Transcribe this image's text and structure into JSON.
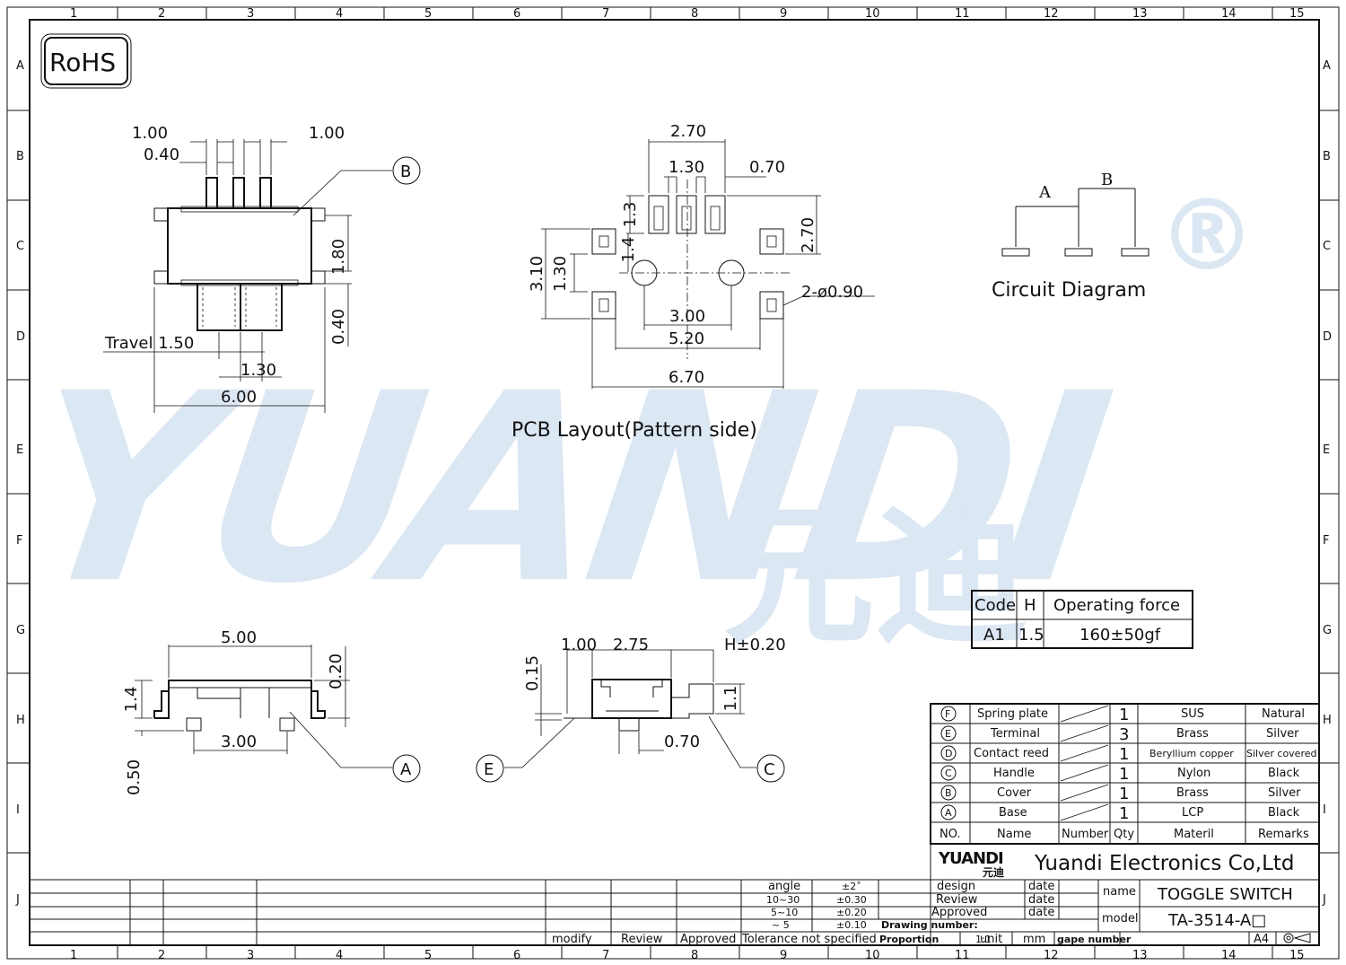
{
  "border": {
    "cols": [
      "1",
      "2",
      "3",
      "4",
      "5",
      "6",
      "7",
      "8",
      "9",
      "10",
      "11",
      "12",
      "13",
      "14",
      "15"
    ],
    "rows": [
      "A",
      "B",
      "C",
      "D",
      "E",
      "F",
      "G",
      "H",
      "I",
      "J"
    ]
  },
  "rohs": "RoHS",
  "watermark": {
    "latin": "YUANDI",
    "cn": "元迪",
    "reg": "®"
  },
  "top_view": {
    "d1": "1.00",
    "d2": "0.40",
    "d3": "1.00",
    "d4": "1.80",
    "d5": "0.40",
    "travel": "Travel  1.50",
    "d6": "1.30",
    "d7": "6.00",
    "callout": "B"
  },
  "pcb": {
    "d1": "2.70",
    "d2": "1.30",
    "d3": "0.70",
    "d4": "1.3",
    "d5": "2.70",
    "d6": "3.10",
    "d7": "1.30",
    "d8": "1.4",
    "d9": "2-ø0.90",
    "d10": "3.00",
    "d11": "5.20",
    "d12": "6.70",
    "title": "PCB  Layout(Pattern  side)"
  },
  "circuit": {
    "a": "A",
    "b": "B",
    "title": "Circuit  Diagram"
  },
  "front_view": {
    "d1": "5.00",
    "d2": "0.20",
    "d3": "1.4",
    "d4": "3.00",
    "d5": "0.50",
    "callout": "A"
  },
  "side_view": {
    "d1": "1.00",
    "d2": "2.75",
    "d3": "H±0.20",
    "d4": "0.15",
    "d5": "1.1",
    "d6": "0.70",
    "callout_e": "E",
    "callout_c": "C"
  },
  "code_table": {
    "headers": [
      "Code",
      "H",
      "Operating  force"
    ],
    "row": [
      "A1",
      "1.5",
      "160±50gf"
    ]
  },
  "bom": {
    "rows": [
      [
        "F",
        "Spring plate",
        "1",
        "SUS",
        "Natural"
      ],
      [
        "E",
        "Terminal",
        "3",
        "Brass",
        "Silver"
      ],
      [
        "D",
        "Contact reed",
        "1",
        "Beryllium copper",
        "Silver covered"
      ],
      [
        "C",
        "Handle",
        "1",
        "Nylon",
        "Black"
      ],
      [
        "B",
        "Cover",
        "1",
        "Brass",
        "Silver"
      ],
      [
        "A",
        "Base",
        "1",
        "LCP",
        "Black"
      ]
    ],
    "headers": [
      "NO.",
      "Name",
      "Number",
      "Qty",
      "Materil",
      "Remarks"
    ]
  },
  "title_block": {
    "company": "Yuandi Electronics Co,Ltd",
    "logo": "YUANDI",
    "logo_cn": "元迪",
    "design": "design",
    "review": "Review",
    "approved": "Approved",
    "date": "date",
    "name_label": "name",
    "name": "TOGGLE  SWITCH",
    "model_label": "model",
    "model": "TA-3514-A□",
    "drawing_number": "Drawing number:",
    "proportion": "Proportion",
    "prop_val": "1:1",
    "unit": "unit",
    "mm": "mm",
    "gape": "gape number",
    "a4": "A4",
    "angle": "angle",
    "angle_tol": "±2˚",
    "r1": "10~30",
    "r1t": "±0.30",
    "r2": "5~10",
    "r2t": "±0.20",
    "r3": "~ 5",
    "r3t": "±0.10",
    "tolerance": "Tolerance  not  specified",
    "modify": "modify",
    "rev": "Review",
    "appr": "Approved"
  }
}
